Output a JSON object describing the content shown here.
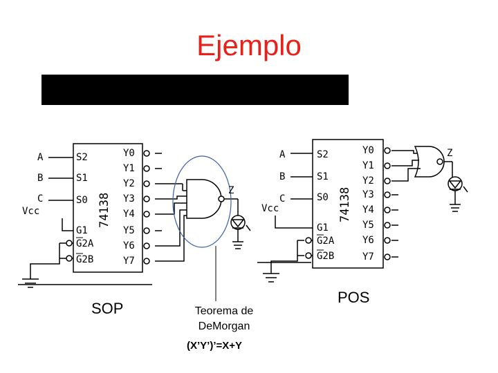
{
  "title": "Ejemplo",
  "captions": {
    "sop": "SOP",
    "pos": "POS",
    "theorem_line1": "Teorema de",
    "theorem_line2": "DeMorgan",
    "equation": "(X’Y’)’=X+Y"
  },
  "chip": {
    "part_number": "74138",
    "select_pins": [
      "S2",
      "S1",
      "S0"
    ],
    "enable_pins": [
      "G1",
      "G2A",
      "G2B"
    ],
    "outputs": [
      "Y0",
      "Y1",
      "Y2",
      "Y3",
      "Y4",
      "Y5",
      "Y6",
      "Y7"
    ]
  },
  "inputs": [
    "A",
    "B",
    "C"
  ],
  "supply": "Vcc",
  "output_label": "Z"
}
